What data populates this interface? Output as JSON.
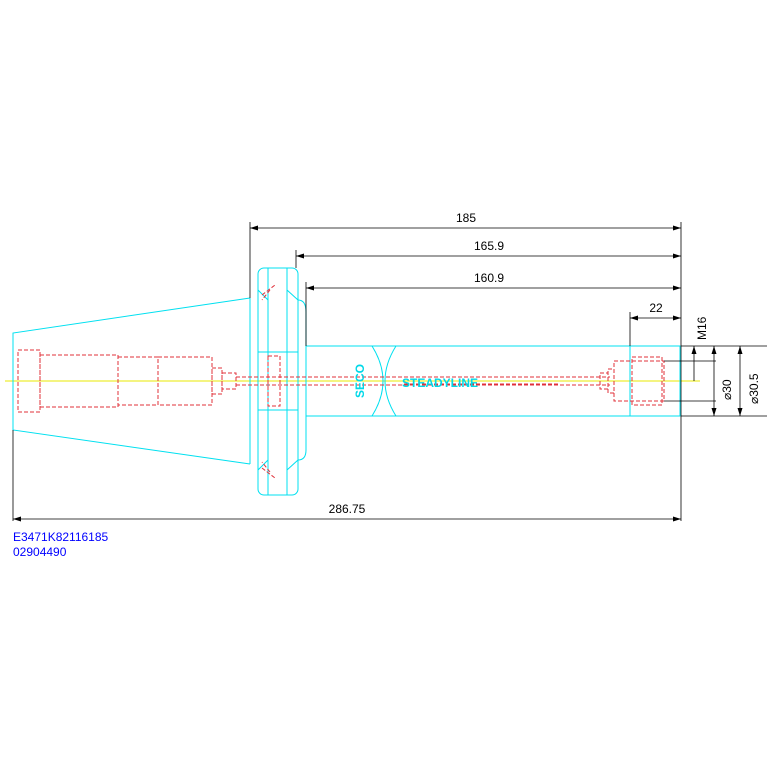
{
  "dimensions": {
    "total_holder_length": "185",
    "gauge_to_end_length": "165.9",
    "flange_to_end_length": "160.9",
    "thread_depth": "22",
    "thread_size": "M16",
    "bore_diameter": "⌀30",
    "outer_diameter": "⌀30.5",
    "overall_length": "286.75"
  },
  "branding": {
    "manufacturer": "SECO",
    "product_line": "STEADYLINE"
  },
  "part_info": {
    "ordering_code": "E3471K82116185",
    "item_number": "02904490"
  },
  "colors": {
    "outline": "#00e0f0",
    "hidden_lines": "#e0303a",
    "center_line": "#e8e800",
    "dimension_lines": "#000000",
    "part_text": "#0000ff"
  }
}
